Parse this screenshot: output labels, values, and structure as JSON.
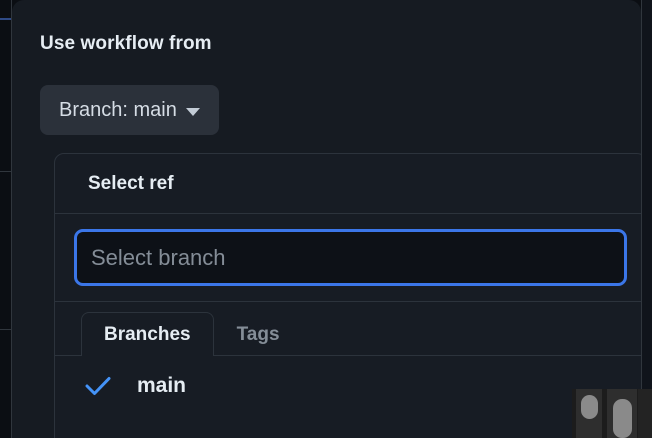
{
  "dialog": {
    "heading": "Use workflow from",
    "branch_button": {
      "label": "Branch: main",
      "caret_icon": "chevron-down-icon"
    }
  },
  "select_ref_popover": {
    "title": "Select ref",
    "filter": {
      "value": "",
      "placeholder": "Select branch"
    },
    "tabs": [
      {
        "label": "Branches",
        "selected": true
      },
      {
        "label": "Tags",
        "selected": false
      }
    ],
    "refs": [
      {
        "label": "main",
        "checked": true,
        "check_icon": "check-icon"
      }
    ]
  },
  "colors": {
    "page_background": "#0b0e13",
    "dialog_background": "#161b22",
    "popover_background": "#171c24",
    "border": "#2c333c",
    "focus_blue": "#3b76e8",
    "check_blue": "#4493f8",
    "text_primary": "#e6edf3",
    "text_muted": "#848d97",
    "button_background": "#2b313a",
    "scrollbar_thumb": "#8a8a8a"
  }
}
